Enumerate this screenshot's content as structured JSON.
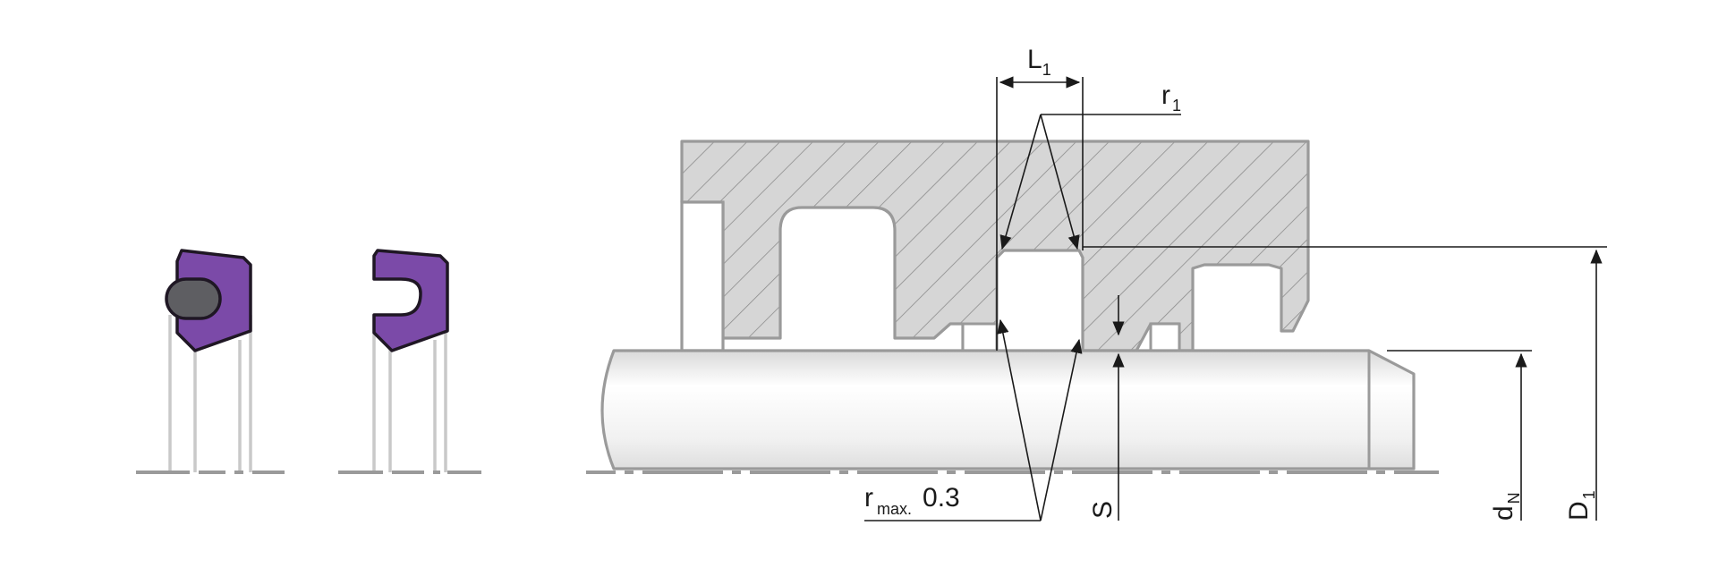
{
  "labels": {
    "l1_main": "L",
    "l1_sub": "1",
    "r1_main": "r",
    "r1_sub": "1",
    "rmax_main": "r",
    "rmax_sub": "max.",
    "rmax_value": "0.3",
    "s_label": "S",
    "dn_main": "d",
    "dn_sub": "N",
    "d1_main": "D",
    "d1_sub": "1"
  },
  "colors": {
    "seal_fill": "#7b4aa8",
    "seal_outline": "#1f1724",
    "oring_fill": "#5e5e62",
    "housing_fill": "#d6d6d6",
    "housing_outline": "#9a9a9a",
    "shaft_light": "#ffffff",
    "shaft_dark": "#d9d9d9",
    "dimension_line": "#1a1a1a"
  }
}
